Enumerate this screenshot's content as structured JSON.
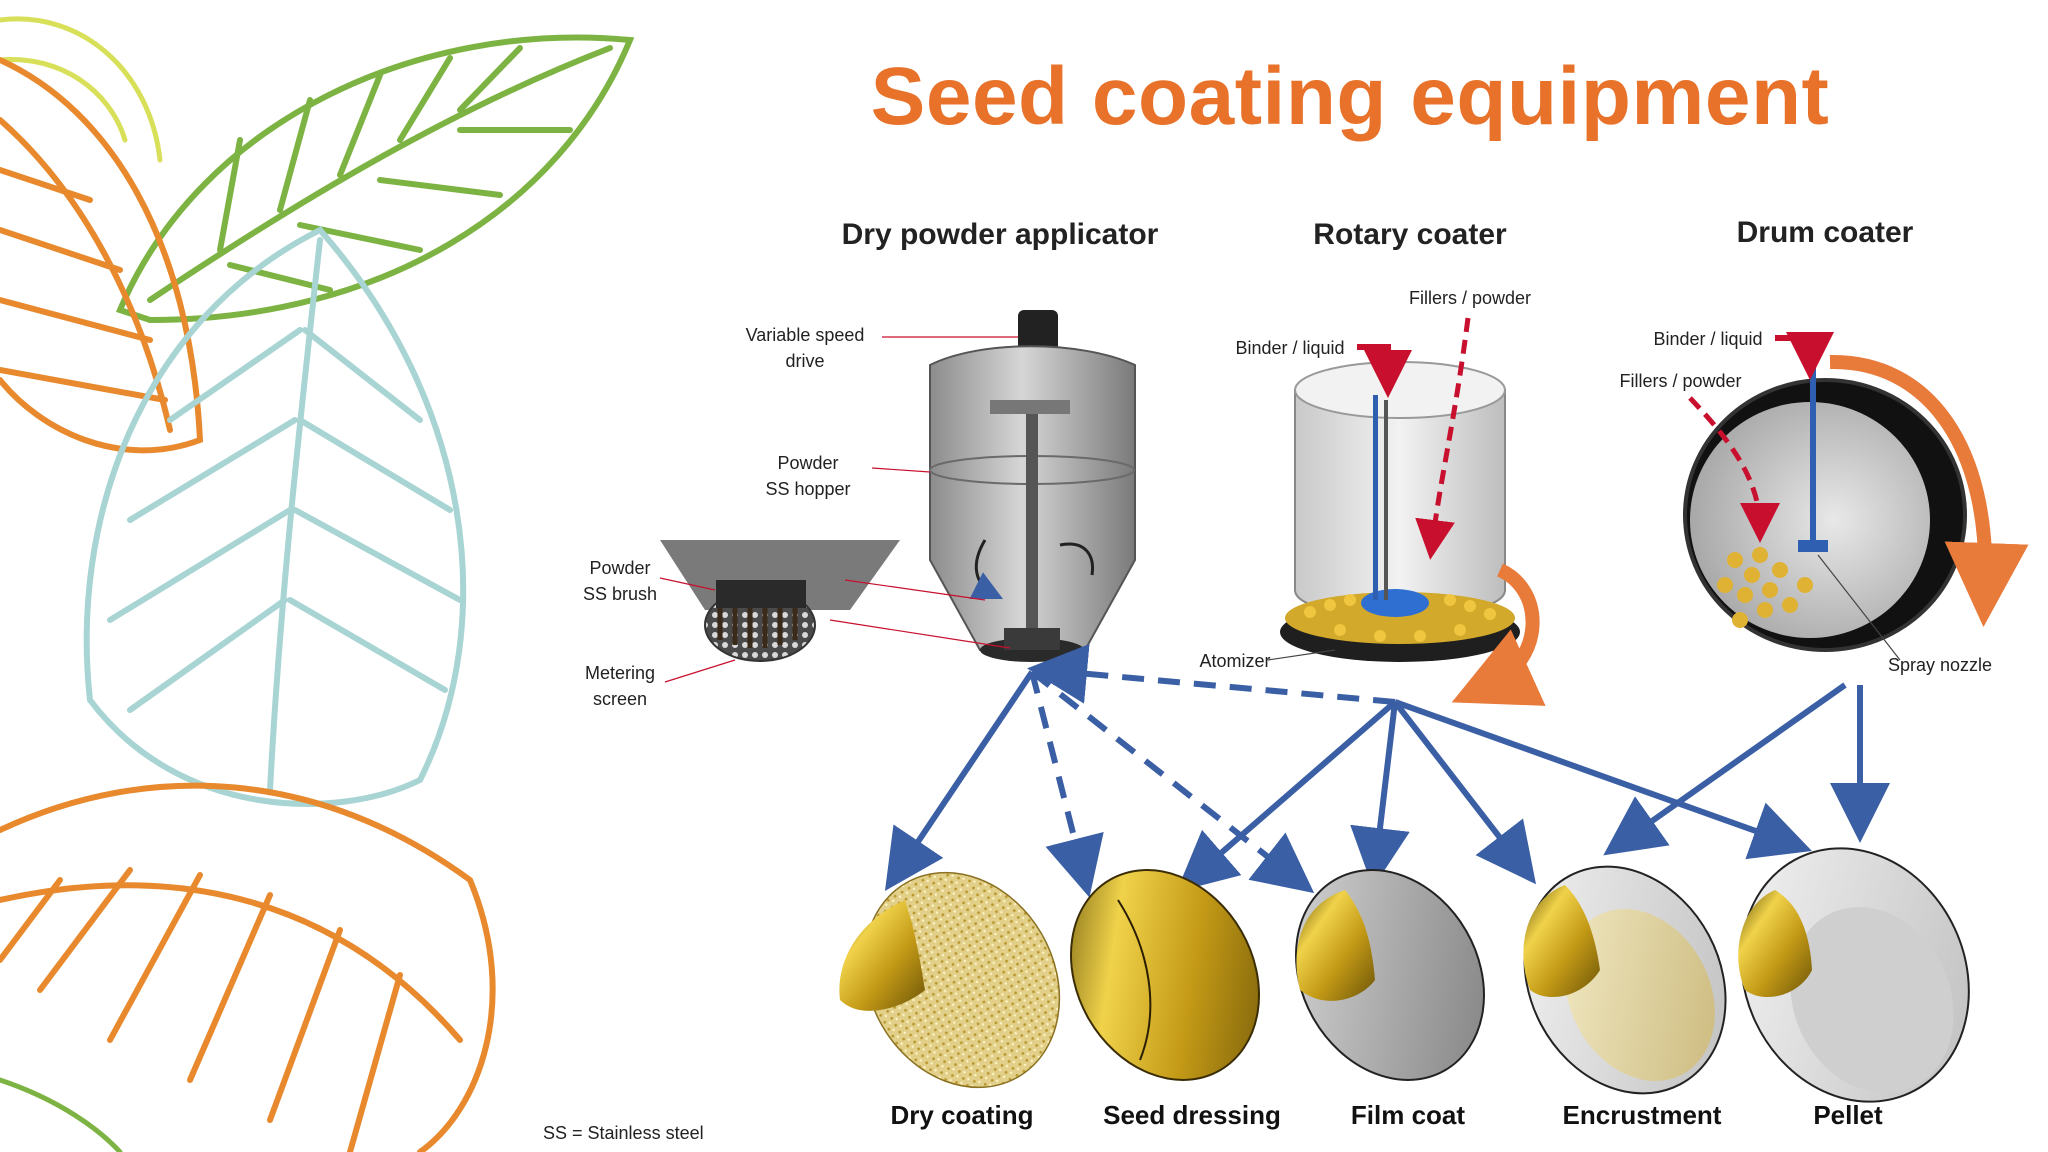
{
  "title": "Seed coating equipment",
  "columns": {
    "dry": "Dry powder applicator",
    "rotary": "Rotary coater",
    "drum": "Drum coater"
  },
  "dry_labels": {
    "drive_1": "Variable speed",
    "drive_2": "drive",
    "hopper_1": "Powder",
    "hopper_2": "SS hopper",
    "brush_1": "Powder",
    "brush_2": "SS brush",
    "screen_1": "Metering",
    "screen_2": "screen"
  },
  "rotary_labels": {
    "fillers": "Fillers / powder",
    "binder": "Binder / liquid",
    "atomizer": "Atomizer"
  },
  "drum_labels": {
    "binder": "Binder / liquid",
    "fillers": "Fillers / powder",
    "nozzle": "Spray nozzle"
  },
  "coatings": [
    "Dry coating",
    "Seed dressing",
    "Film coat",
    "Encrustment",
    "Pellet"
  ],
  "footnote": "SS = Stainless steel",
  "colors": {
    "title": "#e8722a",
    "arrow_blue": "#3a5fa5",
    "feed_red": "#c8102e",
    "rotation_orange": "#e87a3a",
    "leaf_green": "#7cb342",
    "leaf_orange": "#e8892e",
    "leaf_teal": "#a8d4d4",
    "leaf_yellow": "#d8e05a"
  },
  "icons": [
    "leaf-decoration",
    "dry-powder-applicator-illustration",
    "rotary-coater-illustration",
    "drum-coater-illustration",
    "seed-icon"
  ]
}
